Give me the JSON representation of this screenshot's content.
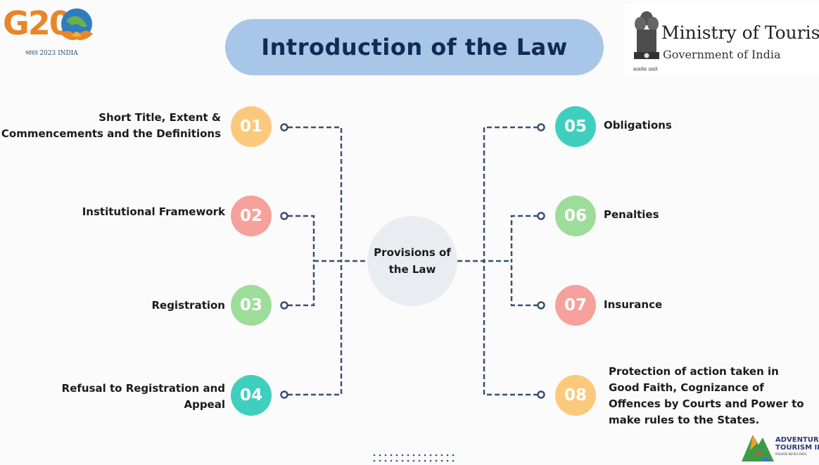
{
  "title": "Introduction of the Law",
  "g20_logo": {
    "text": "G20",
    "subtitle": "भारत 2023 INDIA"
  },
  "ministry_logo": {
    "title": "Ministry of Tourism",
    "subtitle": "Government of India",
    "motto": "सत्यमेव जयते"
  },
  "center": {
    "label": "Provisions of the Law",
    "color": "#e9edf1"
  },
  "items_left": [
    {
      "number": "01",
      "label": "Short Title, Extent & Commencements and the Definitions",
      "color": "#fbc97c"
    },
    {
      "number": "02",
      "label": "Institutional Framework",
      "color": "#f6a19b"
    },
    {
      "number": "03",
      "label": "Registration",
      "color": "#9edc9a"
    },
    {
      "number": "04",
      "label": "Refusal to Registration and Appeal",
      "color": "#3fcfbf"
    }
  ],
  "items_right": [
    {
      "number": "05",
      "label": "Obligations",
      "color": "#3fcfbf"
    },
    {
      "number": "06",
      "label": "Penalties",
      "color": "#9edc9a"
    },
    {
      "number": "07",
      "label": "Insurance",
      "color": "#f6a19b"
    },
    {
      "number": "08",
      "label": "Protection of action taken in Good Faith, Cognizance of Offences by Courts and Power to make rules to the States.",
      "color": "#fbc97c"
    }
  ],
  "adventure_logo": {
    "line1": "ADVENTURE",
    "line2": "TOURISM INDIA",
    "tagline": "PASSION NEVER ENDS"
  },
  "colors": {
    "title_pill": "#a7c6e8",
    "title_text": "#142a55",
    "connector": "#3b4f74"
  }
}
